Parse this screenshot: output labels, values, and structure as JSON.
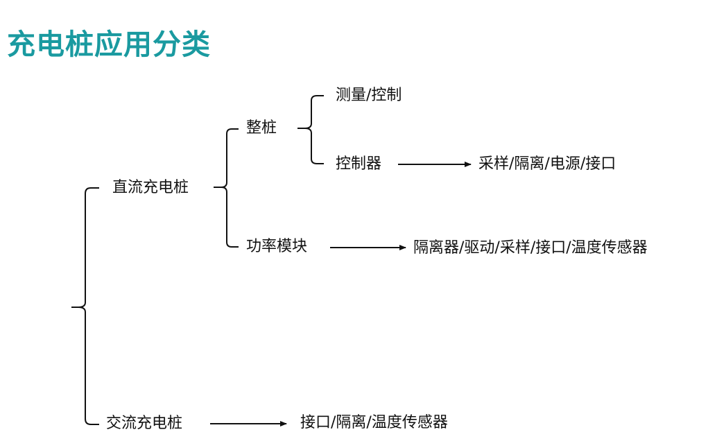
{
  "title": "充电桩应用分类",
  "colors": {
    "title": "#1a9aa0",
    "text": "#111111",
    "line": "#111111"
  },
  "nodes": {
    "dc_pile": "直流充电桩",
    "ac_pile": "交流充电桩",
    "whole_pile": "整桩",
    "power_module": "功率模块",
    "measure_control": "测量/控制",
    "controller": "控制器",
    "controller_parts": "采样/隔离/电源/接口",
    "power_module_parts": "隔离器/驱动/采样/接口/温度传感器",
    "ac_pile_parts": "接口/隔离/温度传感器"
  }
}
